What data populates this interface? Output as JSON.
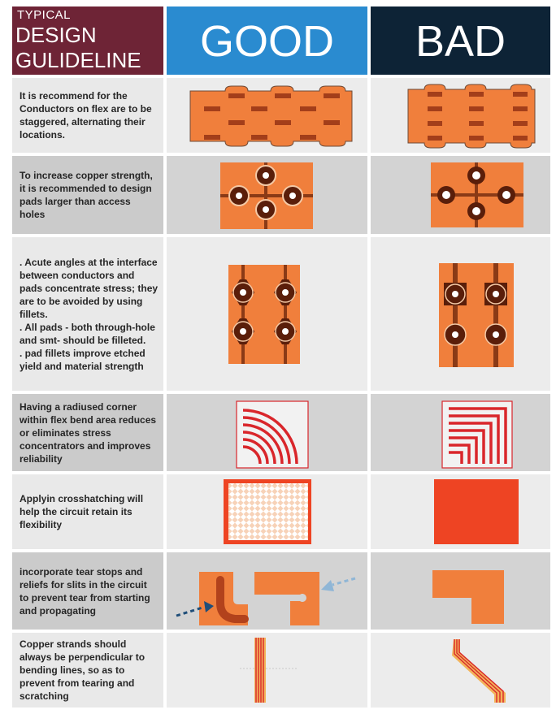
{
  "header": {
    "line1": "TYPICAL",
    "line2": "DESIGN",
    "line3": "GULIDELINE",
    "good": "GOOD",
    "bad": "BAD"
  },
  "rows": [
    {
      "text": "It is recommend for the Conductors on flex are to be staggered, alternating their locations."
    },
    {
      "text": "To increase copper strength, it is recommended to design pads larger than access holes"
    },
    {
      "text": ".   Acute angles at the interface between conductors and pads concentrate stress; they are to be avoided by using fillets.\n.   All pads - both through-hole and smt- should be filleted.\n.   pad fillets improve etched yield and material strength"
    },
    {
      "text": "Having a radiused corner within flex bend area reduces or eliminates stress concentrators and improves reliability"
    },
    {
      "text": "Applyin crosshatching will help the  circuit retain its flexibility"
    },
    {
      "text": "incorporate tear stops and reliefs for slits in the circuit to prevent tear from starting and propagating"
    },
    {
      "text": "Copper strands should always be perpendicular to bending lines, so as to prevent from tearing and scratching"
    }
  ],
  "colors": {
    "title_bg": "#6e2436",
    "good_bg": "#2a8bd0",
    "bad_bg": "#0d2336",
    "flex_orange": "#f07f3c",
    "copper_dark": "#8a3a16",
    "trace_red": "#d9262b",
    "bad_fill_red": "#ee4423",
    "arrow_dark": "#1f4e79",
    "arrow_light": "#8fb6d6"
  }
}
